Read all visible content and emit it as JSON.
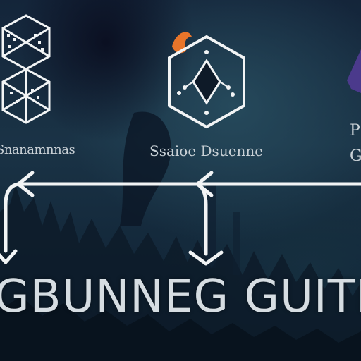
{
  "nodes": [
    {
      "label": "Snanamnnas",
      "icon": "cube-circuit-icon"
    },
    {
      "label": "Ssaioe Dsuenne",
      "icon": "hexagon-circuit-icon"
    },
    {
      "label": "P G",
      "icon": "purple-shape-icon"
    }
  ],
  "banner_text": "GBUNNEG GUITE",
  "colors": {
    "background": "#14253a",
    "foreground": "#f2f4f5",
    "accent_orange": "#e8752a",
    "accent_purple": "#4b3a8c"
  }
}
